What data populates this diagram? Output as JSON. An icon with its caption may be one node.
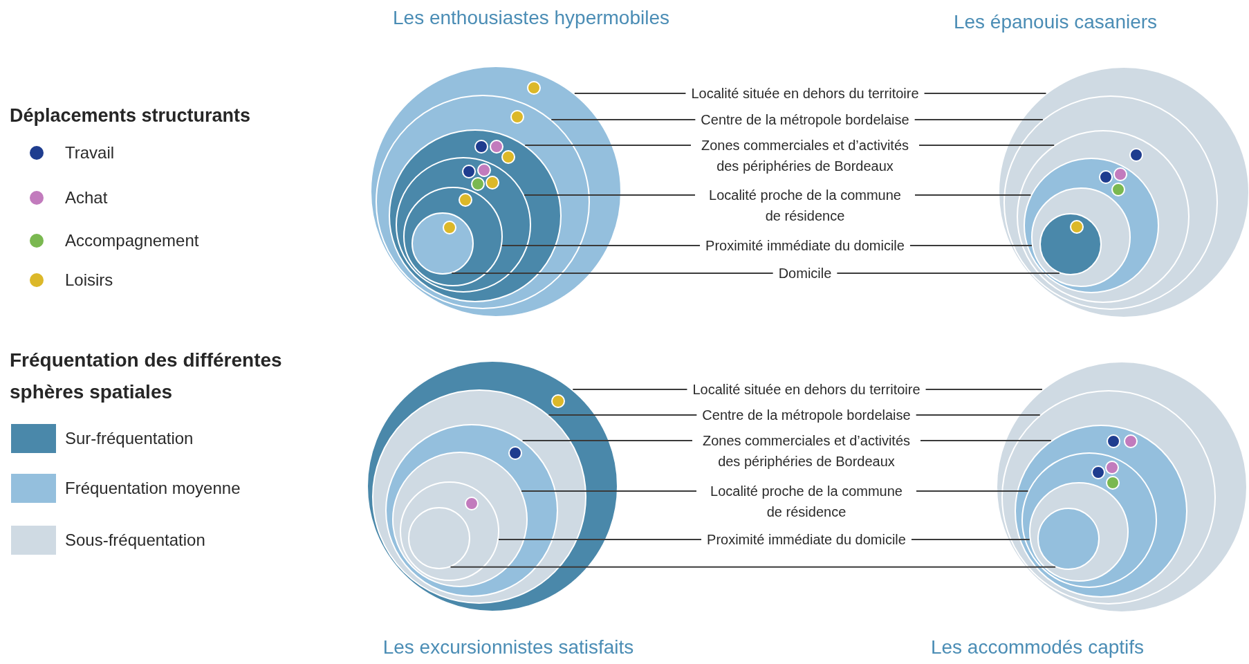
{
  "diagram": {
    "nodes": [
      {
        "text": [],
        "shape": "circle",
        "beside": [
          "Les enthousiastes hypermobiles"
        ]
      },
      {
        "text": [],
        "shape": "circle",
        "in": 0
      },
      {
        "text": [],
        "shape": "circle",
        "in": 1
      },
      {
        "text": [],
        "shape": "circle",
        "in": 2
      },
      {
        "text": [],
        "shape": "circle",
        "in": 3
      },
      {
        "text": [],
        "shape": "circle",
        "in": 4
      },
      {
        "text": [
          "Localité située en dehors du territoire"
        ]
      },
      {
        "text": [
          "Centre de la métropole bordelaise"
        ]
      },
      {
        "text": [
          "Zones commerciales et d’activités des périphéries de Bordeaux"
        ]
      },
      {
        "text": [
          "Localité proche de la commune de résidence"
        ]
      },
      {
        "text": [
          "Proximité immédiate du domicile"
        ]
      },
      {
        "text": [
          "Domicile"
        ]
      },
      {
        "text": [],
        "shape": "circle",
        "beside": [
          "Les épanouis casaniers"
        ]
      },
      {
        "text": [],
        "shape": "circle",
        "in": 12
      },
      {
        "text": [],
        "shape": "circle",
        "in": 13
      },
      {
        "text": [],
        "shape": "circle",
        "in": 14
      },
      {
        "text": [],
        "shape": "circle",
        "in": 15
      },
      {
        "text": [],
        "shape": "circle",
        "in": 16
      },
      {
        "text": [],
        "shape": "circle",
        "beside": [
          "Les excursionnistes satisfaits"
        ]
      },
      {
        "text": [],
        "shape": "circle",
        "in": 18
      },
      {
        "text": [],
        "shape": "circle",
        "in": 19
      },
      {
        "text": [],
        "shape": "circle",
        "in": 20
      },
      {
        "text": [],
        "shape": "circle",
        "in": 21
      },
      {
        "text": [],
        "shape": "circle",
        "in": 22
      },
      {
        "text": [
          "Localité située en dehors du territoire"
        ]
      },
      {
        "text": [
          "Centre de la métropole bordelaise"
        ]
      },
      {
        "text": [
          "Zones commerciales et d’activités des périphéries de Bordeaux"
        ]
      },
      {
        "text": [
          "Localité proche de la commune de résidence"
        ]
      },
      {
        "text": [
          "Proximité immédiate du domicile"
        ]
      },
      {
        "text": [],
        "shape": "circle",
        "beside": [
          "Les accommodés captifs"
        ]
      },
      {
        "text": [],
        "shape": "circle",
        "in": 29
      },
      {
        "text": [],
        "shape": "circle",
        "in": 30
      },
      {
        "text": [],
        "shape": "circle",
        "in": 31
      },
      {
        "text": [],
        "shape": "circle",
        "in": 32
      },
      {
        "text": [],
        "shape": "circle",
        "in": 33
      }
    ],
    "edges": [
      {
        "from": 6,
        "to": 0,
        "arrow": "none"
      },
      {
        "from": 6,
        "to": 12,
        "arrow": "none"
      },
      {
        "from": 7,
        "to": 1,
        "arrow": "none"
      },
      {
        "from": 7,
        "to": 13,
        "arrow": "none"
      },
      {
        "from": 8,
        "to": 2,
        "arrow": "none"
      },
      {
        "from": 8,
        "to": 14,
        "arrow": "none"
      },
      {
        "from": 9,
        "to": 3,
        "arrow": "none"
      },
      {
        "from": 9,
        "to": 15,
        "arrow": "none"
      },
      {
        "from": 10,
        "to": 4,
        "arrow": "none"
      },
      {
        "from": 10,
        "to": 16,
        "arrow": "none"
      },
      {
        "from": 11,
        "to": 5,
        "arrow": "none"
      },
      {
        "from": 11,
        "to": 17,
        "arrow": "none"
      },
      {
        "from": 24,
        "to": 18,
        "arrow": "none"
      },
      {
        "from": 24,
        "to": 29,
        "arrow": "none"
      },
      {
        "from": 25,
        "to": 19,
        "arrow": "none"
      },
      {
        "from": 25,
        "to": 30,
        "arrow": "none"
      },
      {
        "from": 26,
        "to": 20,
        "arrow": "none"
      },
      {
        "from": 26,
        "to": 31,
        "arrow": "none"
      },
      {
        "from": 27,
        "to": 21,
        "arrow": "none"
      },
      {
        "from": 27,
        "to": 32,
        "arrow": "none"
      },
      {
        "from": 28,
        "to": 22,
        "arrow": "none"
      },
      {
        "from": 28,
        "to": 33,
        "arrow": "none"
      },
      {
        "from": 23,
        "to": 34,
        "arrow": "none"
      }
    ],
    "labels": [
      "Déplacements structurants",
      "Fréquentation des différentes sphères spatiales"
    ],
    "legend": [
      {
        "text": "Travail",
        "color": "#1f3d8f"
      },
      {
        "text": "Achat",
        "color": "#c27bbd"
      },
      {
        "text": "Accompagnement",
        "color": "#7ab850"
      },
      {
        "text": "Loisirs",
        "color": "#dcb829"
      },
      {
        "text": "Sur-fréquentation",
        "color": "#4a88aa"
      },
      {
        "text": "Fréquentation moyenne",
        "color": "#94bfdd"
      },
      {
        "text": "Sous-fréquentation",
        "color": "#cfdae3"
      }
    ]
  }
}
